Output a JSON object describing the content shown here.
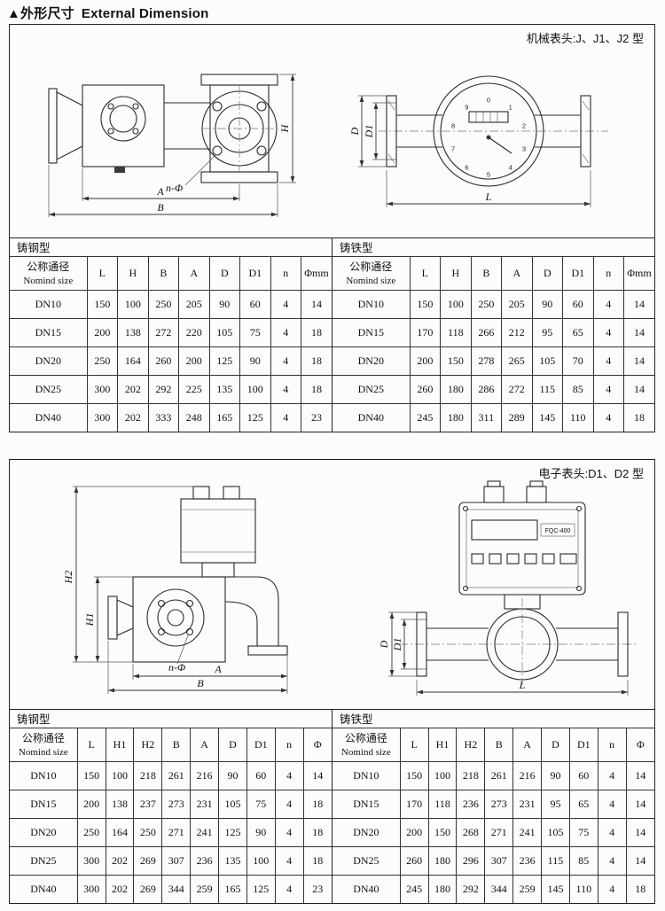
{
  "page": {
    "title_zh": "▲外形尺寸",
    "title_en": "External Dimension"
  },
  "drawing_labels": {
    "A": "A",
    "B": "B",
    "H": "H",
    "H1": "H1",
    "H2": "H2",
    "D": "D",
    "D1": "D1",
    "L": "L",
    "bolt": "n-Φ",
    "device_model": "FQC-400"
  },
  "dial_numbers": [
    "0",
    "1",
    "2",
    "3",
    "4",
    "5",
    "6",
    "7",
    "8",
    "9"
  ],
  "sections": [
    {
      "heading": "机械表头:J、J1、J2 型",
      "tables": [
        {
          "type_label": "铸钢型",
          "size_header_zh": "公称通径",
          "size_header_en": "Nomind size",
          "columns": [
            "L",
            "H",
            "B",
            "A",
            "D",
            "D1",
            "n",
            "Φmm"
          ],
          "rows": [
            {
              "size": "DN10",
              "values": [
                150,
                100,
                250,
                205,
                90,
                60,
                4,
                14
              ]
            },
            {
              "size": "DN15",
              "values": [
                200,
                138,
                272,
                220,
                105,
                75,
                4,
                18
              ]
            },
            {
              "size": "DN20",
              "values": [
                250,
                164,
                260,
                200,
                125,
                90,
                4,
                18
              ]
            },
            {
              "size": "DN25",
              "values": [
                300,
                202,
                292,
                225,
                135,
                100,
                4,
                18
              ]
            },
            {
              "size": "DN40",
              "values": [
                300,
                202,
                333,
                248,
                165,
                125,
                4,
                23
              ]
            }
          ]
        },
        {
          "type_label": "铸铁型",
          "size_header_zh": "公称通径",
          "size_header_en": "Nomind size",
          "columns": [
            "L",
            "H",
            "B",
            "A",
            "D",
            "D1",
            "n",
            "Φmm"
          ],
          "rows": [
            {
              "size": "DN10",
              "values": [
                150,
                100,
                250,
                205,
                90,
                60,
                4,
                14
              ]
            },
            {
              "size": "DN15",
              "values": [
                170,
                118,
                266,
                212,
                95,
                65,
                4,
                14
              ]
            },
            {
              "size": "DN20",
              "values": [
                200,
                150,
                278,
                265,
                105,
                70,
                4,
                14
              ]
            },
            {
              "size": "DN25",
              "values": [
                260,
                180,
                286,
                272,
                115,
                85,
                4,
                14
              ]
            },
            {
              "size": "DN40",
              "values": [
                245,
                180,
                311,
                289,
                145,
                110,
                4,
                18
              ]
            }
          ]
        }
      ]
    },
    {
      "heading": "电子表头:D1、D2 型",
      "tables": [
        {
          "type_label": "铸钢型",
          "size_header_zh": "公称通径",
          "size_header_en": "Nomind size",
          "columns": [
            "L",
            "H1",
            "H2",
            "B",
            "A",
            "D",
            "D1",
            "n",
            "Φ"
          ],
          "rows": [
            {
              "size": "DN10",
              "values": [
                150,
                100,
                218,
                261,
                216,
                90,
                60,
                4,
                14
              ]
            },
            {
              "size": "DN15",
              "values": [
                200,
                138,
                237,
                273,
                231,
                105,
                75,
                4,
                18
              ]
            },
            {
              "size": "DN20",
              "values": [
                250,
                164,
                250,
                271,
                241,
                125,
                90,
                4,
                18
              ]
            },
            {
              "size": "DN25",
              "values": [
                300,
                202,
                269,
                307,
                236,
                135,
                100,
                4,
                18
              ]
            },
            {
              "size": "DN40",
              "values": [
                300,
                202,
                269,
                344,
                259,
                165,
                125,
                4,
                23
              ]
            }
          ]
        },
        {
          "type_label": "铸铁型",
          "size_header_zh": "公称通径",
          "size_header_en": "Nomind size",
          "columns": [
            "L",
            "H1",
            "H2",
            "B",
            "A",
            "D",
            "D1",
            "n",
            "Φ"
          ],
          "rows": [
            {
              "size": "DN10",
              "values": [
                150,
                100,
                218,
                261,
                216,
                90,
                60,
                4,
                14
              ]
            },
            {
              "size": "DN15",
              "values": [
                170,
                118,
                236,
                273,
                231,
                95,
                65,
                4,
                14
              ]
            },
            {
              "size": "DN20",
              "values": [
                200,
                150,
                268,
                271,
                241,
                105,
                75,
                4,
                14
              ]
            },
            {
              "size": "DN25",
              "values": [
                260,
                180,
                296,
                307,
                236,
                115,
                85,
                4,
                14
              ]
            },
            {
              "size": "DN40",
              "values": [
                245,
                180,
                292,
                344,
                259,
                145,
                110,
                4,
                18
              ]
            }
          ]
        }
      ]
    }
  ]
}
